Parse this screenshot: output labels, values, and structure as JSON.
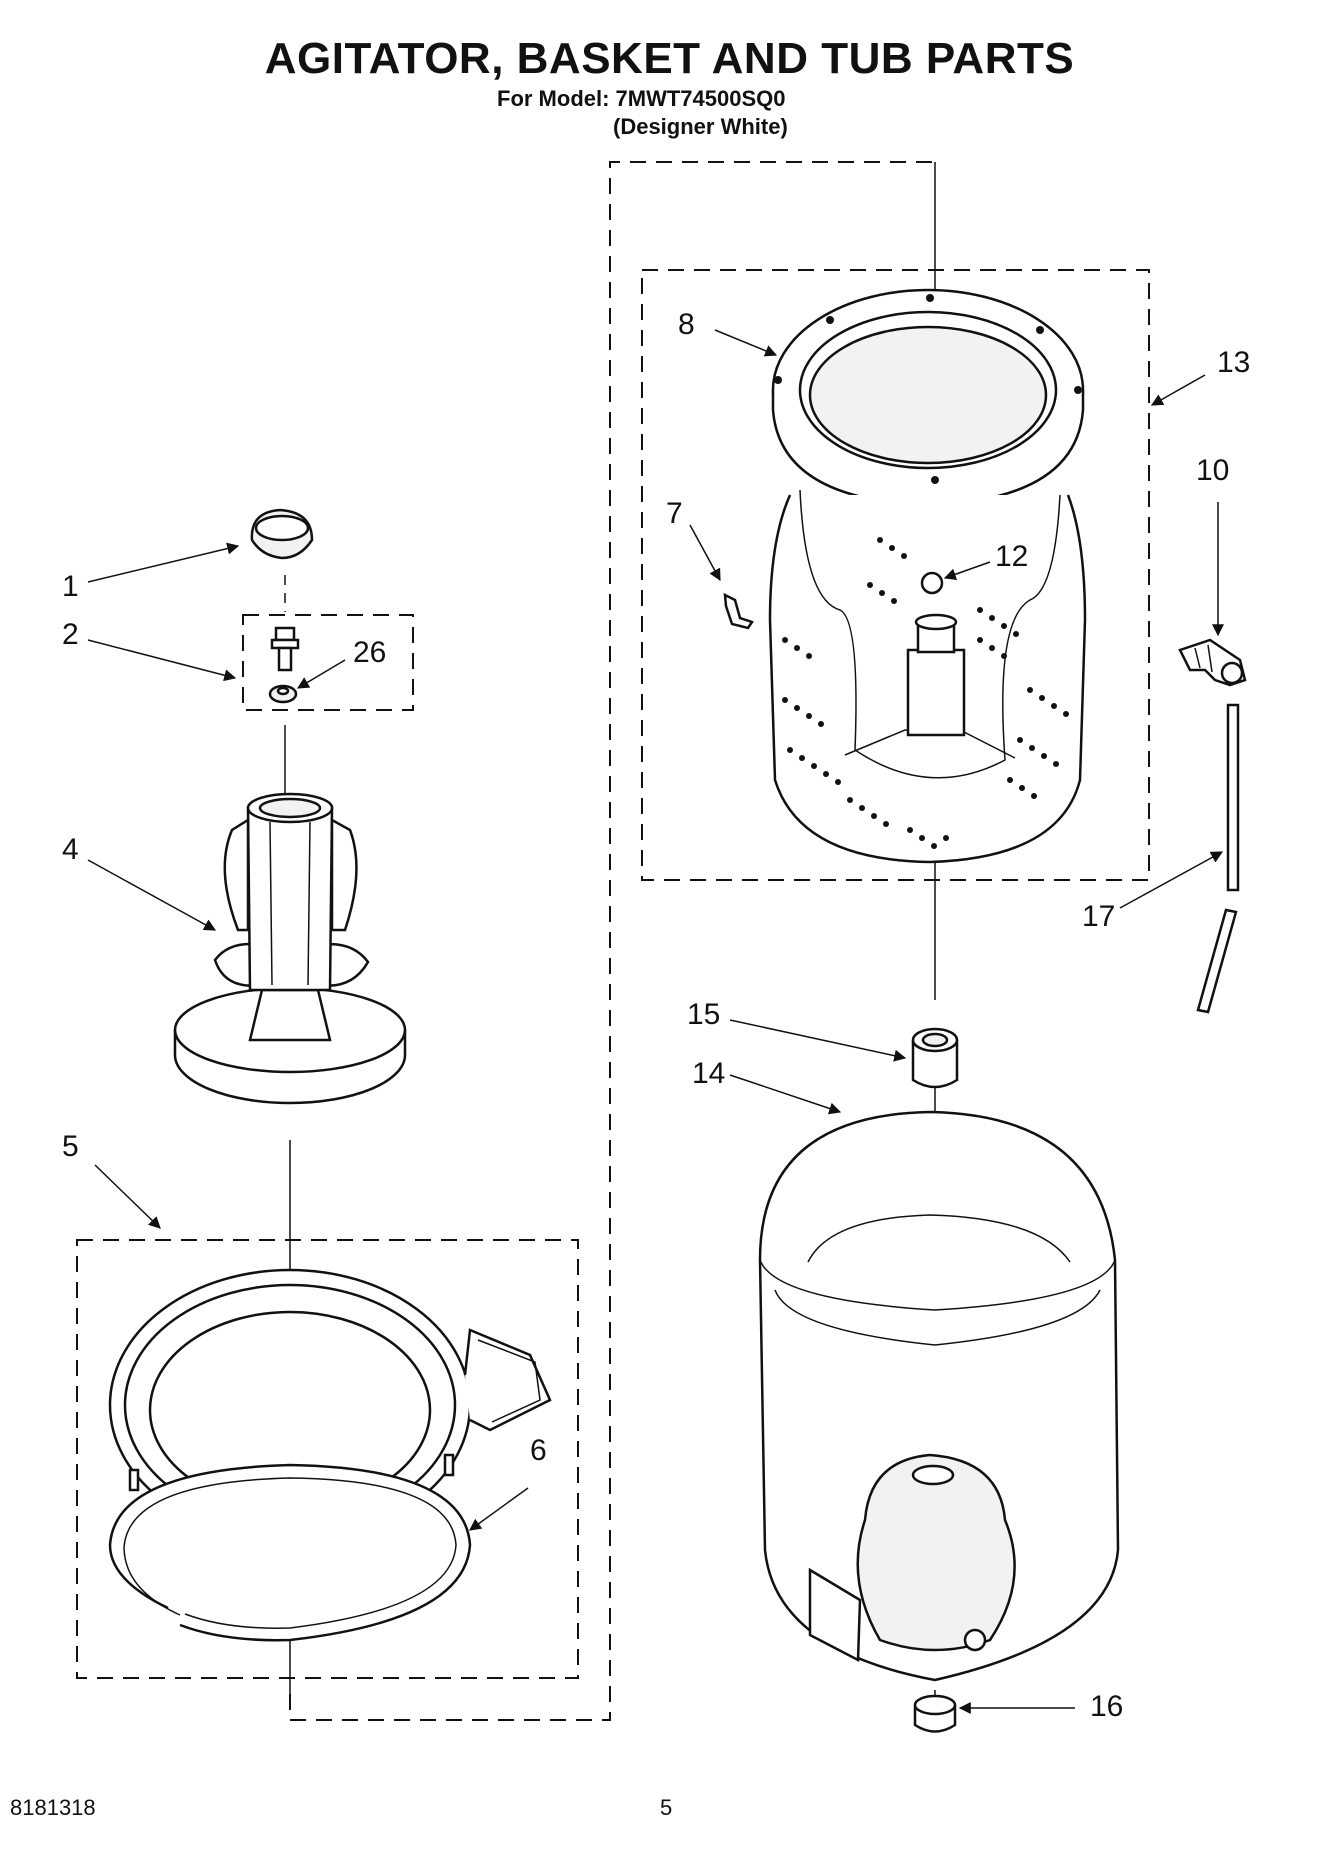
{
  "header": {
    "title": "AGITATOR, BASKET AND TUB PARTS",
    "model_line": "For Model: 7MWT74500SQ0",
    "variant_line": "(Designer White)"
  },
  "callouts": {
    "c1": "1",
    "c2": "2",
    "c26": "26",
    "c4": "4",
    "c5": "5",
    "c6": "6",
    "c7": "7",
    "c8": "8",
    "c10": "10",
    "c12": "12",
    "c13": "13",
    "c14": "14",
    "c15": "15",
    "c16": "16",
    "c17": "17"
  },
  "footer": {
    "doc_number": "8181318",
    "page_number": "5"
  }
}
